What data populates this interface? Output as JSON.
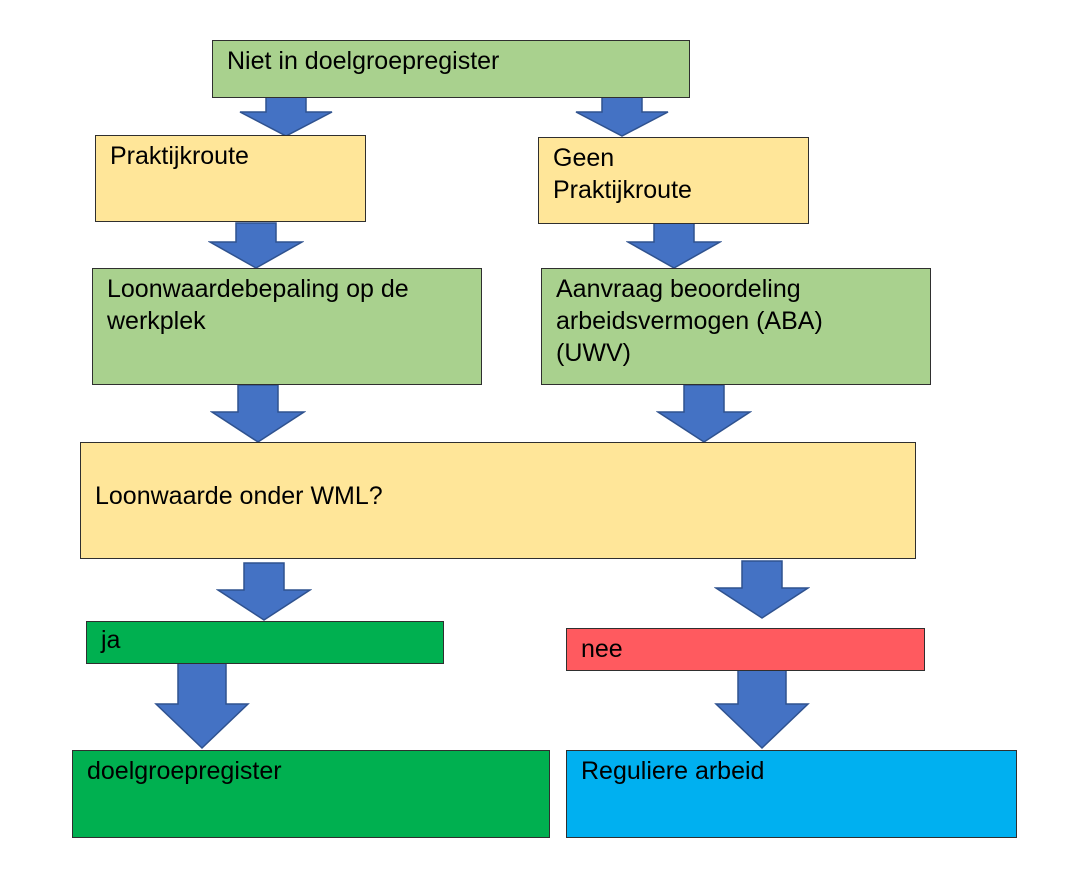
{
  "colors": {
    "light_green": "#a9d18e",
    "light_yellow": "#ffe699",
    "green": "#00b050",
    "red": "#ff5a5f",
    "blue": "#00b0f0",
    "arrow": "#4472c4"
  },
  "boxes": {
    "start": {
      "text": "Niet in doelgroepregister",
      "color": "#a9d18e"
    },
    "praktijkroute": {
      "text": "Praktijkroute",
      "color": "#ffe699"
    },
    "geen_praktijkroute": {
      "text": "Geen\nPraktijkroute",
      "color": "#ffe699"
    },
    "loonwaardebepaling": {
      "text": "Loonwaardebepaling op de\nwerkplek",
      "color": "#a9d18e"
    },
    "aanvraag_aba": {
      "text": "Aanvraag beoordeling\narbeidsvermogen (ABA)\n(UWV)",
      "color": "#a9d18e"
    },
    "vraag_wml": {
      "text": "Loonwaarde onder WML?",
      "color": "#ffe699"
    },
    "ja": {
      "text": "ja",
      "color": "#00b050"
    },
    "nee": {
      "text": "nee",
      "color": "#ff5a5f"
    },
    "doelgroepregister": {
      "text": "doelgroepregister",
      "color": "#00b050"
    },
    "reguliere_arbeid": {
      "text": "Reguliere arbeid",
      "color": "#00b0f0"
    }
  }
}
